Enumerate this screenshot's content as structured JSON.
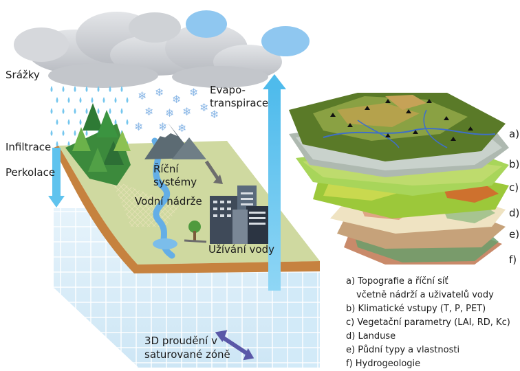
{
  "labels": {
    "srazky": "Srážky",
    "evapo1": "Evapo-",
    "evapo2": "transpirace",
    "infiltrace": "Infiltrace",
    "perkolace": "Perkolace",
    "ricni1": "Říční",
    "ricni2": "systémy",
    "nadrze": "Vodní nádrže",
    "uzivani": "Užívání vody",
    "proudeni1": "3D proudění v",
    "proudeni2": "saturované zóně"
  },
  "layer_letters": [
    "a)",
    "b)",
    "c)",
    "d)",
    "e)",
    "f)"
  ],
  "legend": [
    "a) Topografie a říční síť",
    "včetně nádrží a uživatelů vody",
    "b) Klimatické vstupy (T, P, PET)",
    "c) Vegetační parametry (LAI, RD, Kc)",
    "d) Landuse",
    "e) Půdní typy a vlastnosti",
    "f) Hydrogeologie"
  ],
  "colors": {
    "arrow": "#5fc3ee",
    "soil": "#c6823f",
    "land": "#cfd9a0",
    "grid": "#d7ecf8",
    "cloud": "#c9ccd1"
  }
}
